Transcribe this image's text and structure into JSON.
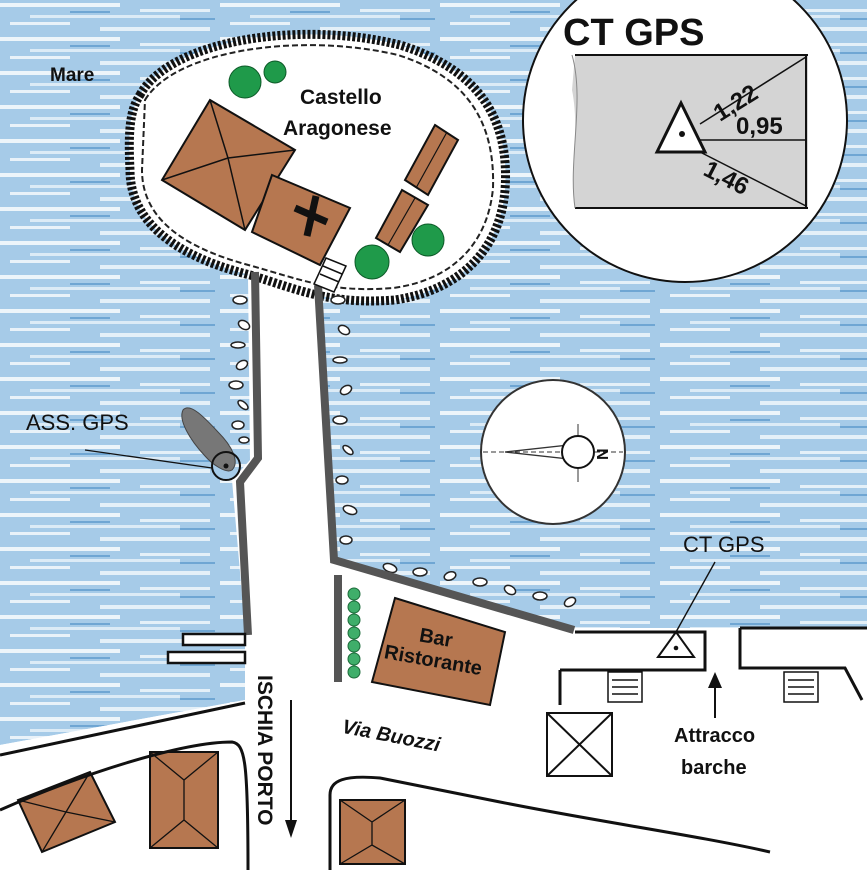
{
  "labels": {
    "sea": "Mare",
    "castle_line1": "Castello",
    "castle_line2": "Aragonese",
    "gps_assist": "ASS. GPS",
    "ct_gps_marker": "CT GPS",
    "bar_line1": "Bar",
    "bar_line2": "Ristorante",
    "street": "Via Buozzi",
    "road": "ISCHIA PORTO",
    "mooring_line1": "Attracco",
    "mooring_line2": "barche"
  },
  "inset": {
    "title": "CT GPS",
    "dist_upper": "1,22",
    "dist_middle": "0,95",
    "dist_lower": "1,46"
  },
  "compass": {
    "north_letter": "N"
  },
  "colors": {
    "sea": "#9fc6e6",
    "building": "#b67750",
    "road_line": "#555555",
    "tree": "#1f9a4a",
    "hedge": "#3fae6a",
    "inset_fill": "#d4d4d4"
  }
}
